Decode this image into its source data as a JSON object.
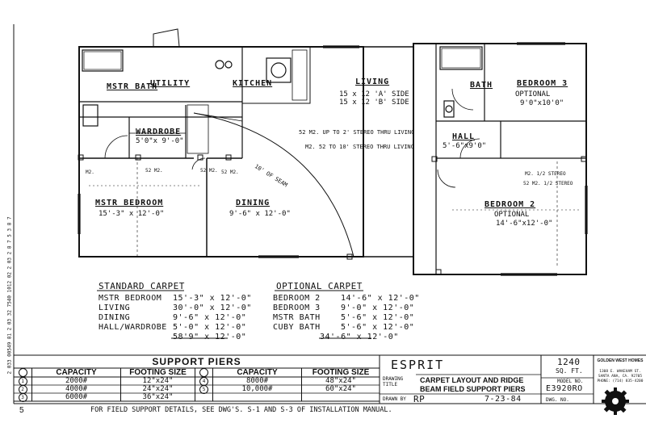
{
  "rooms": {
    "mstr_bath": "MSTR BATH",
    "utility": "UTILITY",
    "kitchen": "KITCHEN",
    "living": "LIVING",
    "living_dim_a": "15 x 12 'A' SIDE",
    "living_dim_b": "15 x 12 'B' SIDE",
    "bath": "BATH",
    "bedroom3": "BEDROOM 3",
    "bedroom3_opt": "OPTIONAL",
    "bedroom3_dim": "9'0\"x10'0\"",
    "wardrobe": "WARDROBE",
    "wardrobe_dim": "5'0\"x 9'-0\"",
    "hall": "HALL",
    "hall_dim": "5'-6\"x9'0\"",
    "mstr_bedroom": "MSTR BEDROOM",
    "mstr_bedroom_dim": "15'-3\" x 12'-0\"",
    "dining": "DINING",
    "dining_dim": "9'-6\" x 12'-0\"",
    "bedroom2": "BEDROOM 2",
    "bedroom2_opt": "OPTIONAL",
    "bedroom2_dim": "14'-6\"x12'-0\"",
    "arc_label": "10' OF SEAM",
    "note_1": "52 M2. UP TO 2' STEREO THRU LIVING",
    "note_2": "M2. 52 TO 10' STEREO THRU LIVING",
    "m_marks": [
      "M2.",
      "52 M2.",
      "52 M2.",
      "52 M2.",
      "M2. 1/2 STEREO",
      "52 M2. 1/2 STEREO"
    ]
  },
  "standard_carpet": {
    "heading": "STANDARD CARPET",
    "items": [
      {
        "name": "MSTR BEDROOM",
        "size": "15'-3\" x 12'-0\""
      },
      {
        "name": "LIVING",
        "size": "30'-0\" x 12'-0\""
      },
      {
        "name": "DINING",
        "size": "9'-6\" x 12'-0\""
      },
      {
        "name": "HALL/WARDROBE",
        "size": "5'-0\" x 12'-0\""
      }
    ],
    "total": "58'9\" x 12'-0\""
  },
  "optional_carpet": {
    "heading": "OPTIONAL CARPET",
    "items": [
      {
        "name": "BEDROOM 2",
        "size": "14'-6\" x 12'-0\""
      },
      {
        "name": "BEDROOM 3",
        "size": "9'-0\" x 12'-0\""
      },
      {
        "name": "MSTR BATH",
        "size": "5'-6\" x 12'-0\""
      },
      {
        "name": "CUBY BATH",
        "size": "5'-6\" x 12'-0\""
      }
    ],
    "total": "34'-6\" x 12'-0\""
  },
  "support_piers": {
    "title": "SUPPORT PIERS",
    "headers": [
      "CAPACITY",
      "FOOTING SIZE",
      "CAPACITY",
      "FOOTING SIZE"
    ],
    "left_rows": [
      {
        "mark": "1",
        "capacity": "2000#",
        "footing": "12\"x24\""
      },
      {
        "mark": "2",
        "capacity": "4000#",
        "footing": "24\"x24\""
      },
      {
        "mark": "3",
        "capacity": "6000#",
        "footing": "36\"x24\""
      }
    ],
    "right_rows": [
      {
        "mark": "4",
        "capacity": "8000#",
        "footing": "48\"x24\""
      },
      {
        "mark": "5",
        "capacity": "10,000#",
        "footing": "60\"x24\""
      }
    ],
    "footnote": "FOR FIELD SUPPORT DETAILS, SEE DWG'S. S-1 AND S-3 OF INSTALLATION MANUAL.",
    "page_no": "5"
  },
  "title_block": {
    "model": "ESPRIT",
    "drawing_label": "DRAWING TITLE",
    "drawing_title_1": "CARPET LAYOUT AND RIDGE",
    "drawing_title_2": "BEAM FIELD SUPPORT PIERS",
    "drawn_by_label": "DRAWN BY",
    "drawn_by": "RP",
    "date": "7-23-84",
    "sqft_num": "1240",
    "sqft_label": "SQ. FT.",
    "model_no_label": "MODEL NO.",
    "model_no": "E3920RO",
    "dwg_no_label": "DWG. NO.",
    "company": "GOLDEN WEST HOMES",
    "address_1": "1308 E. WAKEHAM ST.",
    "address_2": "SANTA ANA, CA. 92705",
    "phone": "PHONE: (714) 835-4200"
  },
  "margin_text": "2 033 00549 81  2 03 32 7540 1012 02  2 03 2 8 7 5 3 8 7"
}
